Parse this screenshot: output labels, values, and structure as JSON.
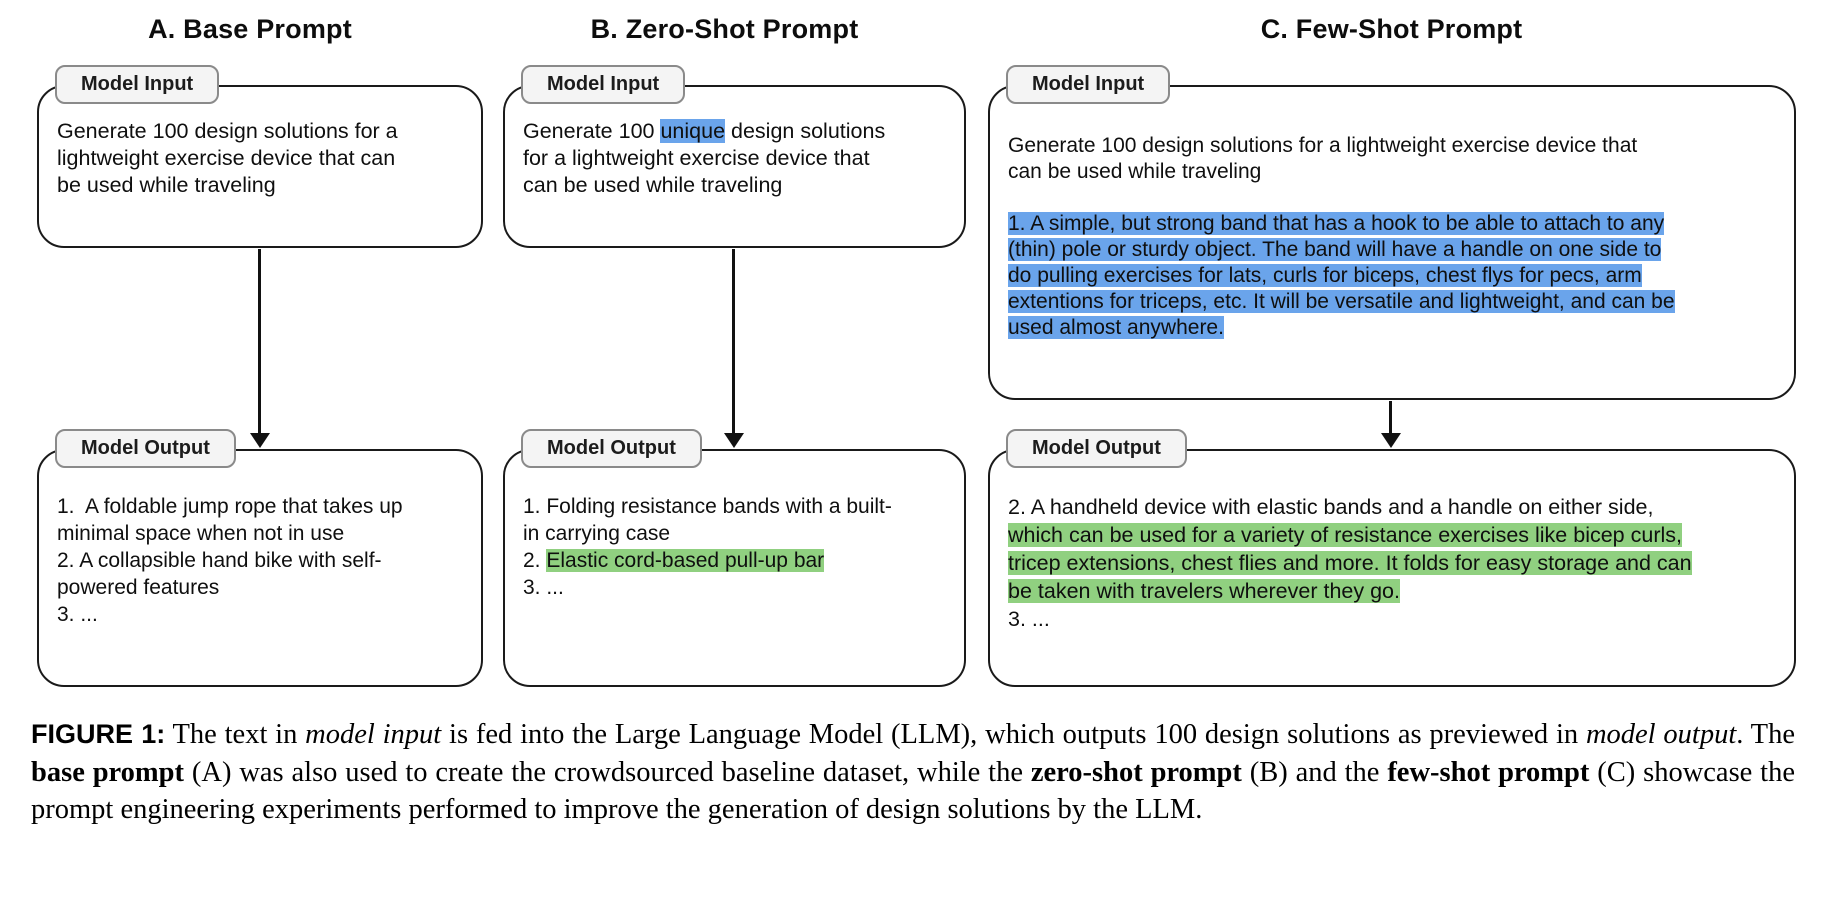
{
  "figure": {
    "panels": [
      {
        "id": "A",
        "title": "A. Base Prompt",
        "input": {
          "tag": "Model Input",
          "segments": [
            {
              "text": "Generate 100 design solutions for a\nlightweight exercise device that can\nbe used while traveling"
            }
          ]
        },
        "output": {
          "tag": "Model Output",
          "segments": [
            {
              "text": "1.  A foldable jump rope that takes up\nminimal space when not in use\n2. A collapsible hand bike with self-\npowered features\n3. ..."
            }
          ]
        }
      },
      {
        "id": "B",
        "title": "B. Zero-Shot Prompt",
        "input": {
          "tag": "Model Input",
          "segments": [
            {
              "text": "Generate 100 "
            },
            {
              "text": "unique",
              "style": "blue"
            },
            {
              "text": " design solutions\nfor a lightweight exercise device that\ncan be used while traveling"
            }
          ]
        },
        "output": {
          "tag": "Model Output",
          "segments": [
            {
              "text": "1. Folding resistance bands with a built-\nin carrying case\n2. "
            },
            {
              "text": "Elastic cord-based pull-up bar",
              "style": "green"
            },
            {
              "text": "\n3. ..."
            }
          ]
        }
      },
      {
        "id": "C",
        "title": "C. Few-Shot Prompt",
        "input": {
          "tag": "Model Input",
          "segments": [
            {
              "text": "Generate 100 design solutions for a lightweight exercise device that\ncan be used while traveling\n\n"
            },
            {
              "text": "1. A simple, but strong band that has a hook to be able to attach to any\n(thin) pole or sturdy object. The band will have a handle on one side to\ndo pulling exercises for lats, curls for biceps, chest flys for pecs, arm\nextentions for triceps, etc. It will be versatile and lightweight, and can be\nused almost anywhere.",
              "style": "blue"
            }
          ]
        },
        "output": {
          "tag": "Model Output",
          "segments": [
            {
              "text": "2. A handheld device with elastic bands and a handle on either side,\n"
            },
            {
              "text": "which can be used for a variety of resistance exercises like bicep curls,\ntricep extensions, chest flies and more. It folds for easy storage and can\nbe taken with travelers wherever they go.",
              "style": "green"
            },
            {
              "text": "\n3. ..."
            }
          ]
        }
      }
    ],
    "caption_segments": [
      {
        "text": "FIGURE 1:",
        "style": "figlabel"
      },
      {
        "text": " The text in "
      },
      {
        "text": "model input",
        "style": "italic"
      },
      {
        "text": " is fed into the Large Language Model (LLM), which outputs 100 design solutions as previewed in "
      },
      {
        "text": "model output",
        "style": "italic"
      },
      {
        "text": ". The "
      },
      {
        "text": "base prompt",
        "style": "bold"
      },
      {
        "text": " (A) was also used to create the crowdsourced baseline dataset, while the "
      },
      {
        "text": "zero-shot prompt",
        "style": "bold"
      },
      {
        "text": " (B) and the "
      },
      {
        "text": "few-shot prompt",
        "style": "bold"
      },
      {
        "text": " (C) showcase the prompt engineering experiments performed to improve the generation of design solutions by the LLM."
      }
    ],
    "colors": {
      "highlight_blue": "#6AA4EB",
      "highlight_green": "#90D080",
      "box_border": "#1A1A1A",
      "tag_background": "#F4F4F4",
      "tag_border": "#8A8A8A"
    }
  }
}
